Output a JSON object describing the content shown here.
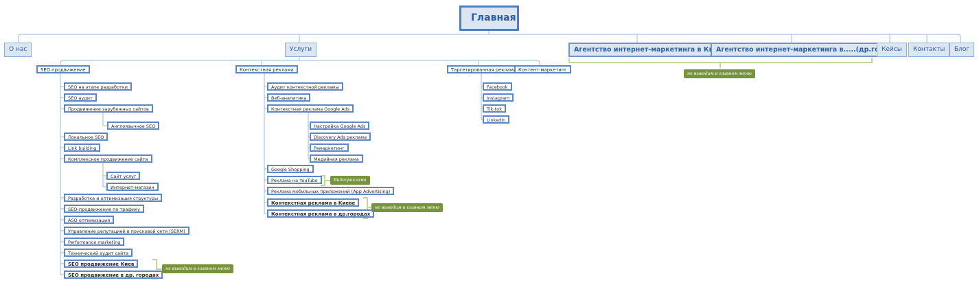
{
  "root": {
    "label": "Главная"
  },
  "top_level": {
    "o_nas": "О нас",
    "uslugi": "Услуги",
    "agency_kiev": "Агентство интернет-маркетинга в Киеве",
    "agency_other": "Агентство интернет-маркетинга в.....(др.города)",
    "keisy": "Кейсы",
    "kontakty": "Контакты",
    "blog": "Блог"
  },
  "services": {
    "seo": "SEO продвижение",
    "context": "Контекстная реклама",
    "target": "Таргетированная реклама",
    "content": "Контент-маркетинг"
  },
  "seo_children": [
    "SEO на этапе разработки",
    "SEO аудит",
    "Продвижение зарубежных сайтов",
    "Англоязычное SEO",
    "Локальное SEO",
    "Link building",
    "Комплексное продвижение сайта",
    "Сайт услуг",
    "Интернет-магазин",
    "Разработка и оптимизация структуры",
    "SEO-продвижение по трафику",
    "ASO оптимизация",
    "Управление репутацией в поисковой сети (SERM)",
    "Performance marketing",
    "Технический аудит сайта",
    "SEO продвижение Киев",
    "SEO продвижение в др. городах"
  ],
  "context_children": [
    "Аудит контекстной рекламы",
    "Веб-аналитика",
    "Контекстная реклама Google Ads",
    "Настройка Google Ads",
    "Discovery Ads реклама",
    "Ремаркетинг",
    "Медийная реклама",
    "Google Shopping",
    "Реклама на YouTube",
    "Реклама мобильных приложений (App Advertising)",
    "Контекстная реклама в Киеве",
    "Контекстная реклама в др.городах"
  ],
  "target_children": [
    "Facebook",
    "Instagram",
    "Tik-tok",
    "LinkedIn"
  ],
  "notes": {
    "not_in_menu": "не выводим в главном меню",
    "video": "Видеореклама"
  },
  "colors": {
    "node_border": "#5b86c8",
    "top_fill": "#dce6f2",
    "connector": "#9fb8dc",
    "note_fill": "#77933c",
    "bracket": "#c3d69b"
  }
}
